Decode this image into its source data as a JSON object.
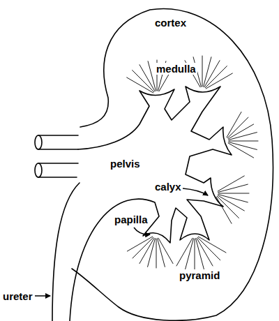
{
  "diagram": {
    "labels": [
      "cortex",
      "medulla",
      "pelvis",
      "calyx",
      "papilla",
      "pyramid",
      "ureter"
    ]
  }
}
